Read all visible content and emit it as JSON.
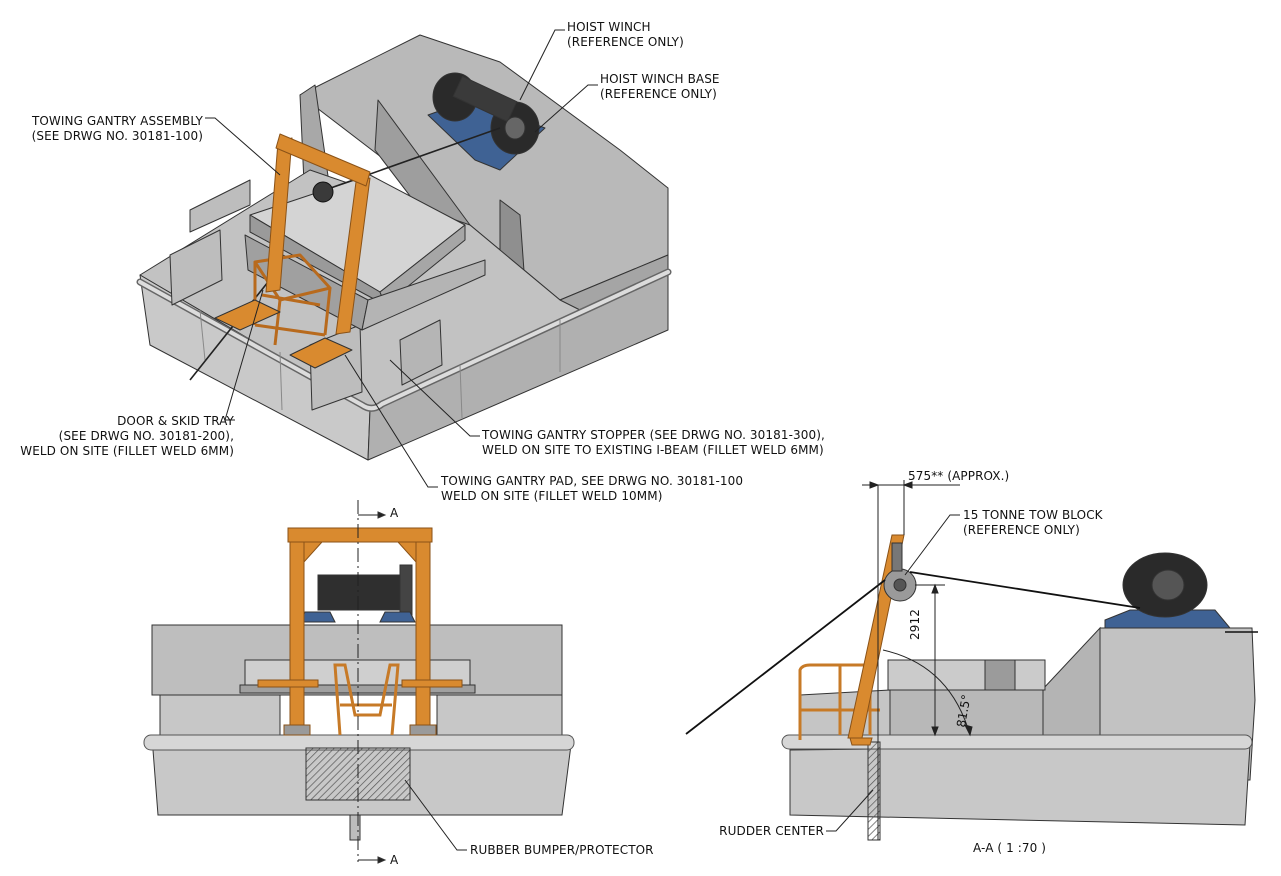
{
  "callouts": {
    "hoist_winch": [
      "HOIST WINCH",
      "(REFERENCE ONLY)"
    ],
    "hoist_winch_base": [
      "HOIST WINCH BASE",
      "(REFERENCE ONLY)"
    ],
    "towing_gantry_assembly": [
      "TOWING GANTRY ASSEMBLY",
      "(SEE DRWG NO. 30181-100)"
    ],
    "door_skid_tray": [
      "DOOR & SKID TRAY",
      "(SEE DRWG NO. 30181-200),",
      "WELD ON SITE (FILLET WELD 6MM)"
    ],
    "towing_gantry_stopper": [
      "TOWING GANTRY STOPPER (SEE DRWG NO. 30181-300),",
      "WELD ON SITE TO EXISTING I-BEAM (FILLET WELD 6MM)"
    ],
    "towing_gantry_pad": [
      "TOWING GANTRY PAD, SEE DRWG NO. 30181-100",
      "WELD ON SITE (FILLET WELD 10MM)"
    ],
    "tow_block": [
      "15 TONNE TOW BLOCK",
      "(REFERENCE ONLY)"
    ],
    "rubber_bumper": "RUBBER BUMPER/PROTECTOR",
    "rudder_center": "RUDDER CENTER"
  },
  "dimensions": {
    "offset": "575** (APPROX.)",
    "height": "2912",
    "angle": "81.5°"
  },
  "section": {
    "marker_top": "A",
    "marker_bottom": "A",
    "view_title": "A-A ( 1 :70 )"
  },
  "colors": {
    "gantry_orange": "#d98a2f",
    "hull_gray": "#c4c4c4",
    "deck_gray": "#b3b3b3",
    "winch_base_blue": "#3f6294",
    "winch_black": "#2a2a2a"
  }
}
